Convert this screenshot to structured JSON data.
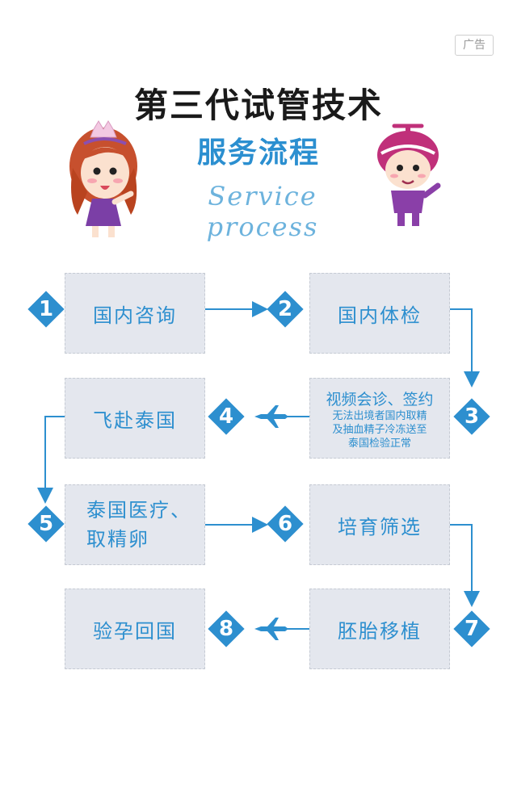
{
  "ad_label": "广告",
  "title": "第三代试管技术",
  "subtitle": "服务流程",
  "script_text": "Service process",
  "steps": [
    {
      "number": "1",
      "label": "国内咨询"
    },
    {
      "number": "2",
      "label": "国内体检"
    },
    {
      "number": "3",
      "label": "视频会诊、签约",
      "note_lines": [
        "无法出境者国内取精",
        "及抽血精子冷冻送至",
        "泰国检验正常"
      ]
    },
    {
      "number": "4",
      "label": "飞赴泰国"
    },
    {
      "number": "5",
      "label_lines": [
        "泰国医疗、",
        "取精卵"
      ]
    },
    {
      "number": "6",
      "label": "培育筛选"
    },
    {
      "number": "7",
      "label": "胚胎移植"
    },
    {
      "number": "8",
      "label": "验孕回国"
    }
  ],
  "colors": {
    "accent": "#2d8fcf",
    "box_fill": "#e4e7ee",
    "title_dark": "#1a1a1a",
    "script_blue": "#6db3dd"
  },
  "icons": [
    "airplane-icon",
    "princess-character",
    "propeller-hat-character"
  ]
}
